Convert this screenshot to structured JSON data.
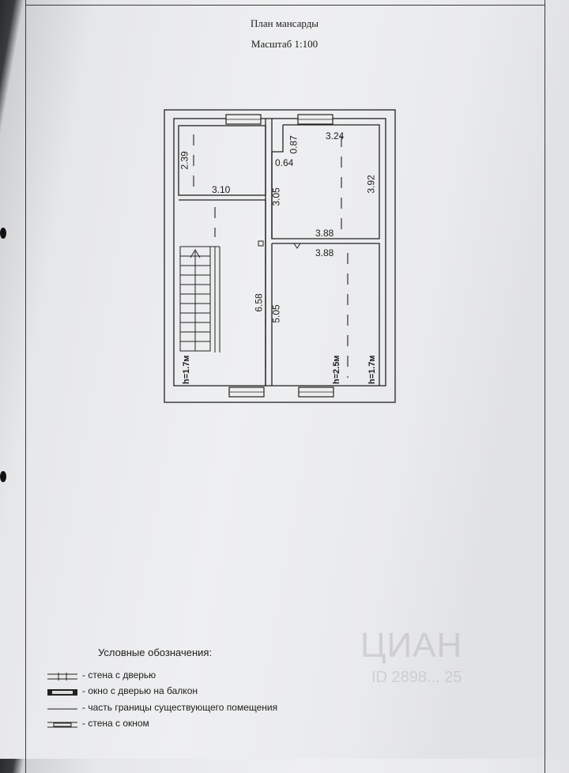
{
  "title": "План мансарды",
  "scale": "Масштаб 1:100",
  "dimensions": {
    "d239": "2.39",
    "d310": "3.10",
    "d087": "0.87",
    "d324": "3.24",
    "d064": "0.64",
    "d305": "3.05",
    "d392": "3.92",
    "d388a": "3.88",
    "d388b": "3.88",
    "d658": "6.58",
    "d505": "5.05"
  },
  "heights": {
    "h1": "h=1.7м",
    "h2": "h=2.5м",
    "h3": "h=1.7м"
  },
  "legend": {
    "title": "Условные обозначения:",
    "items": [
      {
        "symbol": "wall-door",
        "text": "- стена с дверью"
      },
      {
        "symbol": "window-door-balcony",
        "text": "- окно с дверью на балкон"
      },
      {
        "symbol": "existing-room-border",
        "text": "- часть границы существующего помещения"
      },
      {
        "symbol": "wall-window",
        "text": "- стена с окном"
      }
    ]
  },
  "watermark": {
    "brand": "ЦИАН",
    "id": "ID 2898... 25"
  }
}
